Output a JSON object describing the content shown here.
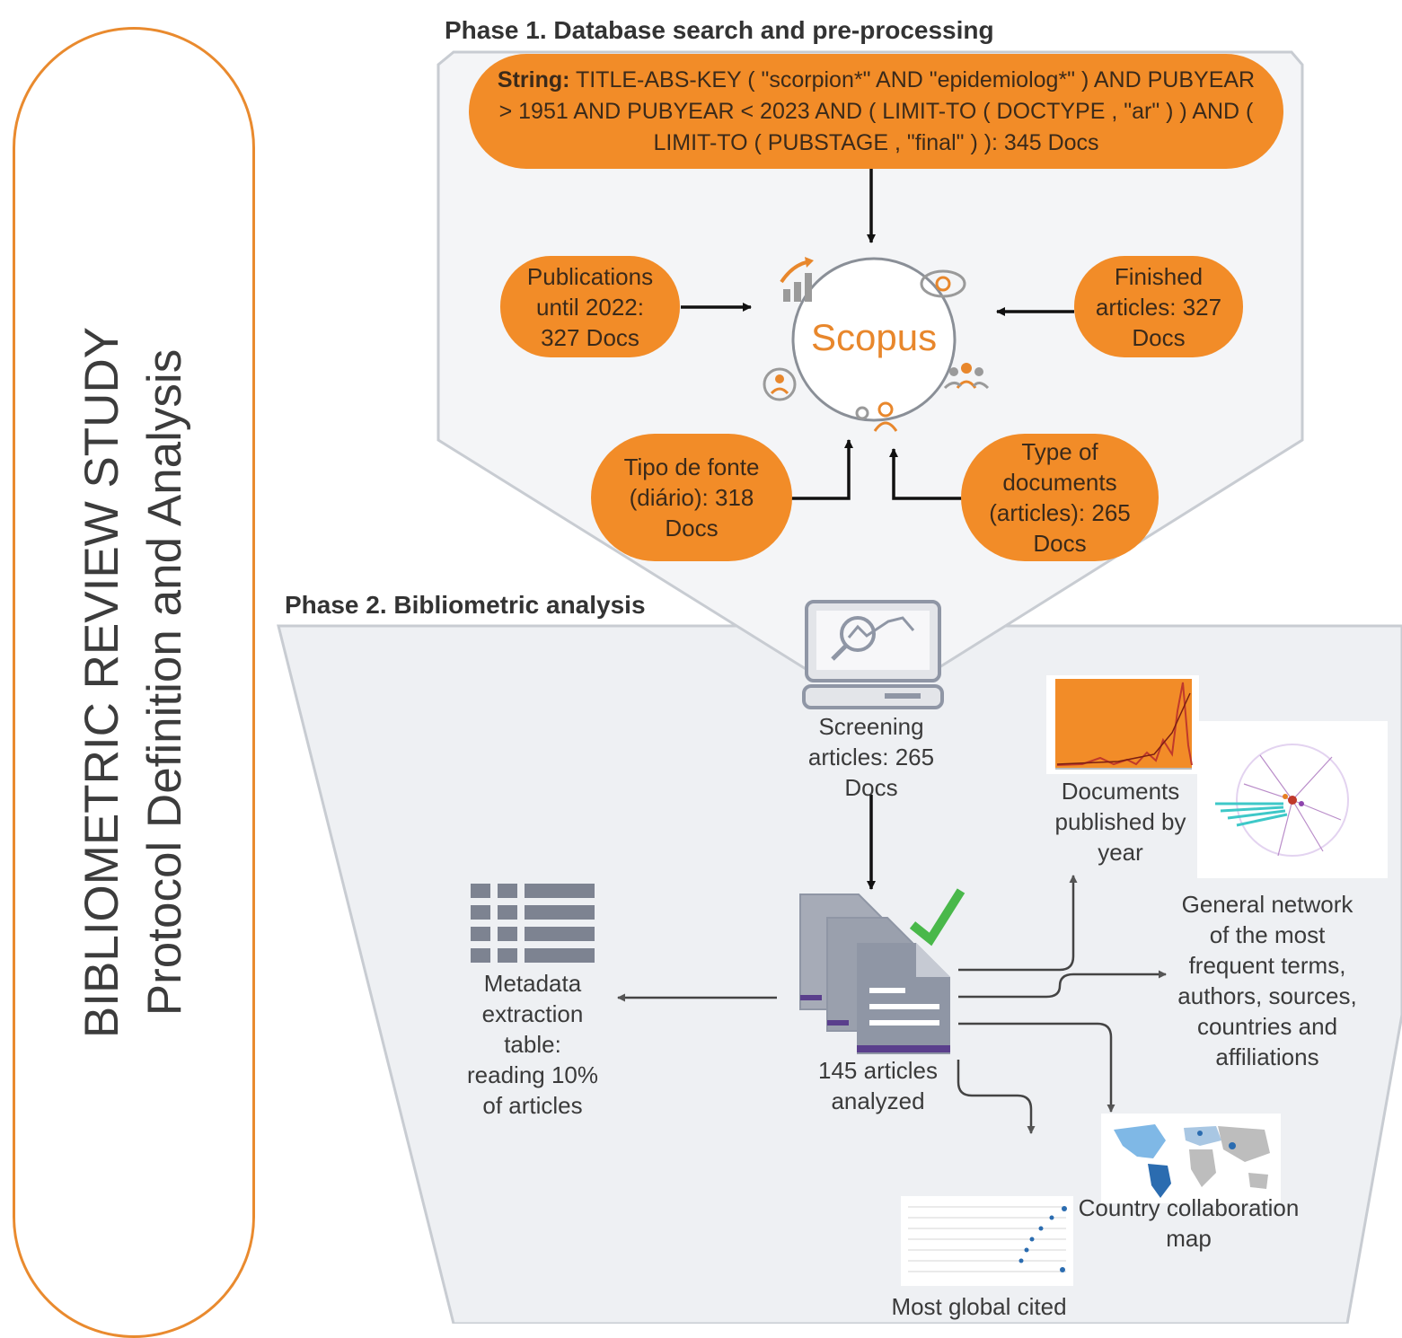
{
  "title_line1": "BIBLIOMETRIC REVIEW STUDY",
  "title_line2": "Protocol Definition and Analysis",
  "phase1": {
    "heading": "Phase 1. Database search and  pre-processing",
    "string_prefix": "String:",
    "string_text": "TITLE-ABS-KEY ( \"scorpion*\" AND \"epidemiolog*\" ) AND PUBYEAR > 1951 AND PUBYEAR < 2023 AND ( LIMIT-TO ( DOCTYPE , \"ar\" ) ) AND ( LIMIT-TO ( PUBSTAGE , \"final\" ) ): 345 Docs",
    "scopus_label": "Scopus",
    "filter_year": "Publications until 2022: 327 Docs",
    "filter_finished": "Finished articles: 327 Docs",
    "filter_source": "Tipo de fonte (diário): 318 Docs",
    "filter_doctype": "Type of documents (articles): 265 Docs"
  },
  "phase2": {
    "heading": "Phase 2. Bibliometric analysis",
    "screening": "Screening articles: 265 Docs",
    "analyzed": "145 articles analyzed",
    "metadata": "Metadata extraction table: reading 10% of articles",
    "docs_by_year": "Documents published by year",
    "network": "General network of the most frequent terms, authors, sources, countries and affiliations",
    "country_map": "Country collaboration map",
    "most_cited": "Most global cited"
  },
  "colors": {
    "accent": "#f28c28",
    "panel": "#eef0f3",
    "border": "#c8ccd2",
    "icon": "#8f96a5"
  },
  "icons": [
    "scopus-logo",
    "computer-analytics-icon",
    "documents-check-icon",
    "table-icon"
  ]
}
